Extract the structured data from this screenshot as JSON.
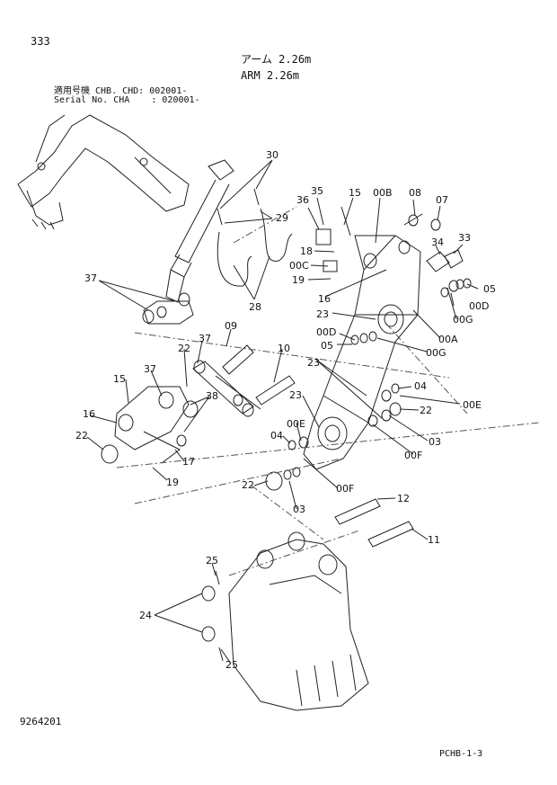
{
  "header": {
    "page_number": "333",
    "title_ja": "アーム 2.26m",
    "title_en": "ARM 2.26m",
    "serial_line_1": "適用号機 CHB. CHD: 002001-",
    "serial_line_2": "Serial No. CHA    : 020001-"
  },
  "footer": {
    "figure_number": "9264201",
    "sheet_code": "PCHB-1-3"
  },
  "callouts": [
    {
      "id": "c30",
      "label": "30"
    },
    {
      "id": "c29",
      "label": "29"
    },
    {
      "id": "c28",
      "label": "28"
    },
    {
      "id": "c36",
      "label": "36"
    },
    {
      "id": "c35",
      "label": "35"
    },
    {
      "id": "c15a",
      "label": "15"
    },
    {
      "id": "c00B",
      "label": "00B"
    },
    {
      "id": "c08",
      "label": "08"
    },
    {
      "id": "c07",
      "label": "07"
    },
    {
      "id": "c18",
      "label": "18"
    },
    {
      "id": "c00C",
      "label": "00C"
    },
    {
      "id": "c19a",
      "label": "19"
    },
    {
      "id": "c34",
      "label": "34"
    },
    {
      "id": "c33",
      "label": "33"
    },
    {
      "id": "c05a",
      "label": "05"
    },
    {
      "id": "c00Da",
      "label": "00D"
    },
    {
      "id": "c00Ga",
      "label": "00G"
    },
    {
      "id": "c16a",
      "label": "16"
    },
    {
      "id": "c23a",
      "label": "23"
    },
    {
      "id": "c00A",
      "label": "00A"
    },
    {
      "id": "c00Db",
      "label": "00D"
    },
    {
      "id": "c05b",
      "label": "05"
    },
    {
      "id": "c00Gb",
      "label": "00G"
    },
    {
      "id": "c37a",
      "label": "37"
    },
    {
      "id": "c09",
      "label": "09"
    },
    {
      "id": "c37b",
      "label": "37"
    },
    {
      "id": "c22a",
      "label": "22"
    },
    {
      "id": "c37c",
      "label": "37"
    },
    {
      "id": "c10",
      "label": "10"
    },
    {
      "id": "c23b",
      "label": "23"
    },
    {
      "id": "c04a",
      "label": "04"
    },
    {
      "id": "c00E",
      "label": "00E"
    },
    {
      "id": "c15b",
      "label": "15"
    },
    {
      "id": "c38",
      "label": "38"
    },
    {
      "id": "c23c",
      "label": "23"
    },
    {
      "id": "c22b",
      "label": "22"
    },
    {
      "id": "c16b",
      "label": "16"
    },
    {
      "id": "c00Ea",
      "label": "00E"
    },
    {
      "id": "c03a",
      "label": "03"
    },
    {
      "id": "c22c",
      "label": "22"
    },
    {
      "id": "c04b",
      "label": "04"
    },
    {
      "id": "c00F",
      "label": "00F"
    },
    {
      "id": "c17",
      "label": "17"
    },
    {
      "id": "c19b",
      "label": "19"
    },
    {
      "id": "c22d",
      "label": "22"
    },
    {
      "id": "c00Fb",
      "label": "00F"
    },
    {
      "id": "c03b",
      "label": "03"
    },
    {
      "id": "c12",
      "label": "12"
    },
    {
      "id": "c11",
      "label": "11"
    },
    {
      "id": "c25a",
      "label": "25"
    },
    {
      "id": "c24",
      "label": "24"
    },
    {
      "id": "c25b",
      "label": "25"
    }
  ]
}
